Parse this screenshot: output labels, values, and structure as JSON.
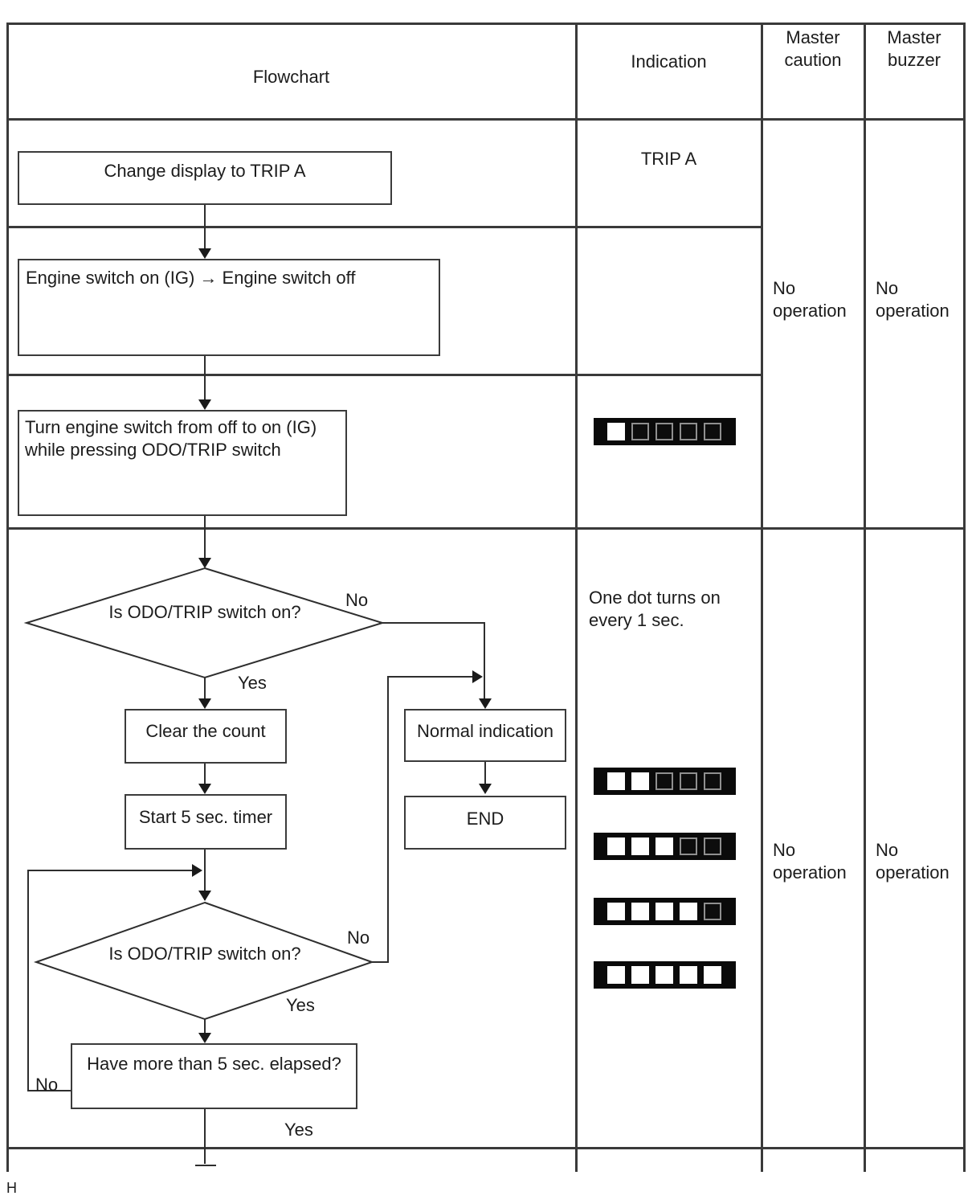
{
  "table": {
    "headers": {
      "flowchart": "Flowchart",
      "indication": "Indication",
      "master_caution": "Master caution",
      "master_buzzer": "Master buzzer"
    }
  },
  "flowchart": {
    "nodes": {
      "change_display": "Change display to TRIP A",
      "engine_switch": "Engine switch on (IG) → Engine switch off",
      "turn_engine": "Turn engine switch from off to on (IG) while pressing ODO/TRIP switch",
      "decision1": "Is ODO/TRIP switch on?",
      "clear_count": "Clear the count",
      "start_timer": "Start 5 sec. timer",
      "normal_indication": "Normal indication",
      "end": "END",
      "decision2": "Is ODO/TRIP switch on?",
      "elapsed": "Have more than 5 sec. elapsed?"
    },
    "branch_labels": {
      "decision1_no": "No",
      "decision1_yes": "Yes",
      "decision2_no": "No",
      "decision2_yes": "Yes",
      "elapsed_no": "No",
      "elapsed_yes": "Yes"
    }
  },
  "indication": {
    "trip_a": "TRIP A",
    "one_dot_note": "One dot turns on every 1 sec.",
    "dot_bars": [
      {
        "name": "dot-display-1-of-5-lit",
        "pattern": [
          1,
          0,
          0,
          0,
          0
        ]
      },
      {
        "name": "dot-display-2-of-5-lit",
        "pattern": [
          1,
          1,
          0,
          0,
          0
        ]
      },
      {
        "name": "dot-display-3-of-5-lit",
        "pattern": [
          1,
          1,
          1,
          0,
          0
        ]
      },
      {
        "name": "dot-display-4-of-5-lit",
        "pattern": [
          1,
          1,
          1,
          1,
          0
        ]
      },
      {
        "name": "dot-display-5-of-5-lit",
        "pattern": [
          1,
          1,
          1,
          1,
          1
        ]
      }
    ]
  },
  "master_caution": {
    "rows_1_3": "No operation",
    "row_4": "No operation"
  },
  "master_buzzer": {
    "rows_1_3": "No operation",
    "row_4": "No operation"
  },
  "footer": {
    "page_mark": "H"
  },
  "colors": {
    "line": "#3a3a3a",
    "text": "#1c1c1c",
    "bar_bg": "#0a0a0a",
    "dot_on": "#ffffff",
    "dot_off_outline": "#8f8f8f"
  }
}
